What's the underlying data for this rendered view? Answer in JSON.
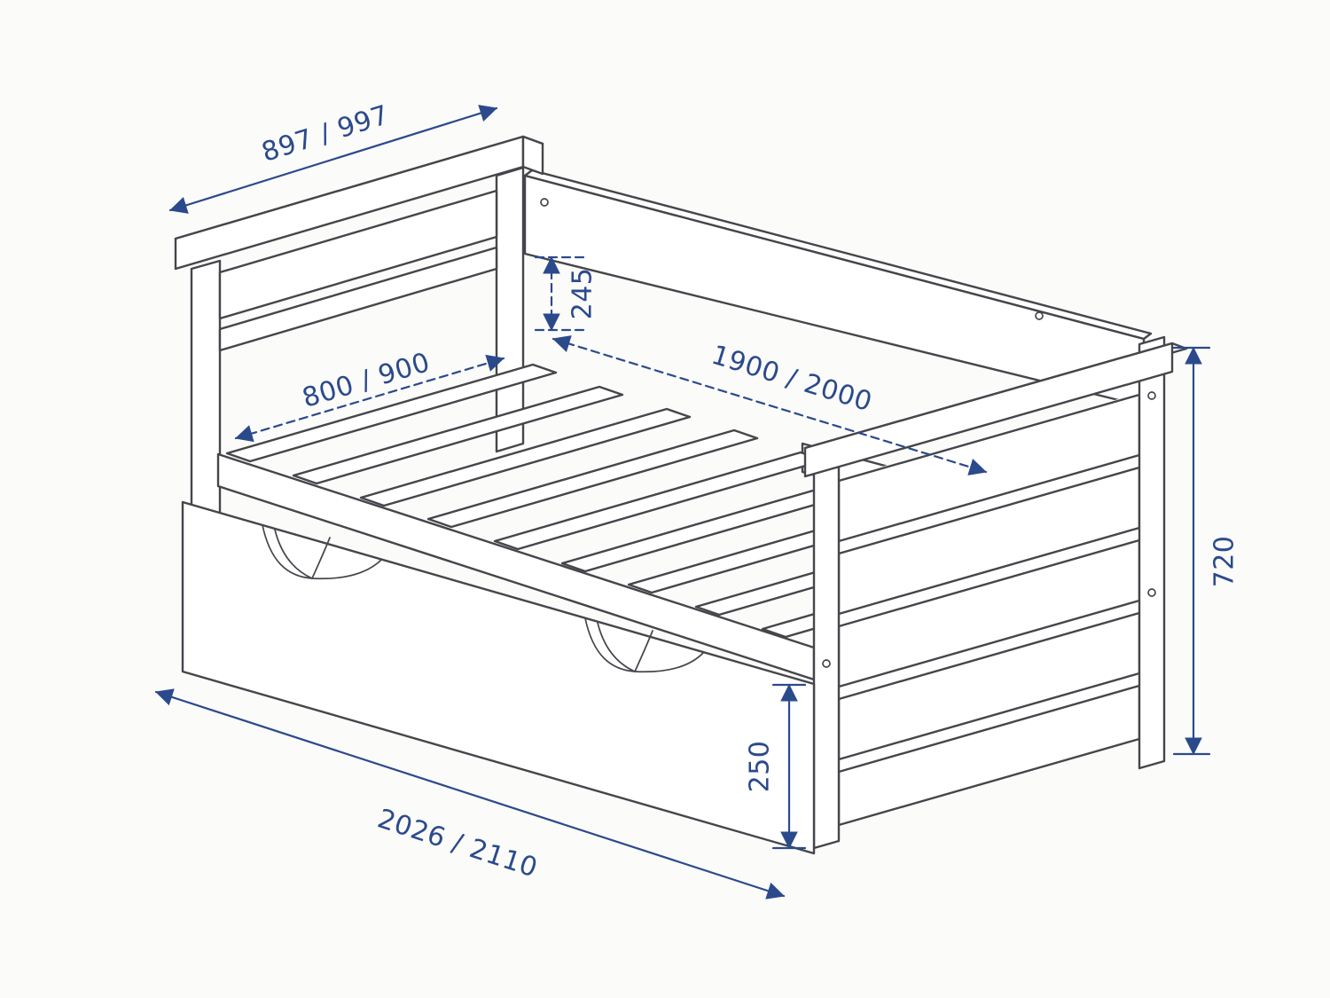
{
  "drawing": {
    "colors": {
      "line": "#45454b",
      "dimension": "#2b4a8c",
      "background": "#fbfbf9"
    },
    "dimensions": {
      "headboard_width": "897 / 997",
      "rail_height": "245",
      "inner_width": "800 / 900",
      "inner_length": "1900 / 2000",
      "overall_height": "720",
      "drawer_height": "250",
      "overall_length": "2026 / 2110"
    }
  }
}
